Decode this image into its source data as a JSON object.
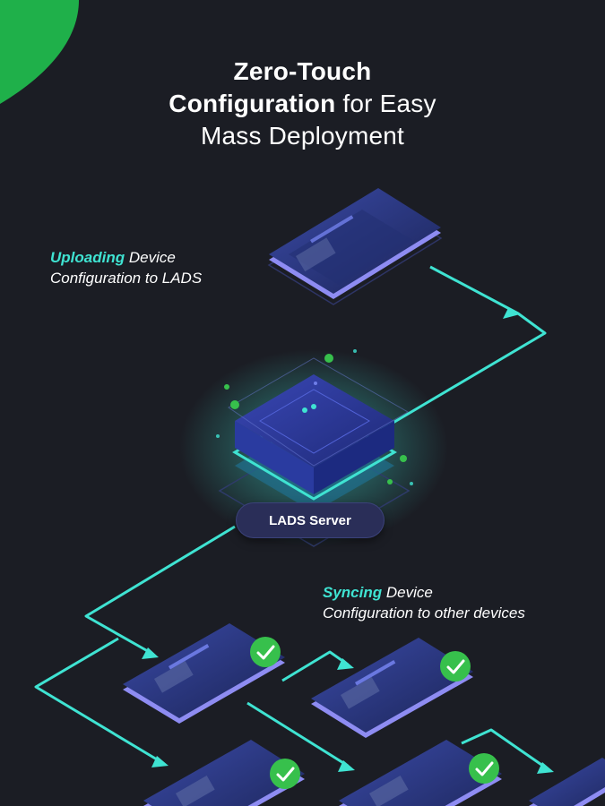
{
  "title": {
    "line1": "Zero-Touch",
    "line2_bold": "Configuration",
    "line2_rest": " for Easy",
    "line3": "Mass Deployment"
  },
  "upload_caption": {
    "accent": "Uploading",
    "rest1": " Device",
    "line2": "Configuration to LADS"
  },
  "server": {
    "label": "LADS Server"
  },
  "sync_caption": {
    "accent": "Syncing",
    "rest1": " Device",
    "line2": "Configuration to other devices"
  },
  "colors": {
    "background": "#1b1d24",
    "accent_teal": "#3fe3d2",
    "brand_green": "#1fb04a",
    "check_green": "#37c04c",
    "device_top": "#2b3a8a",
    "device_edge": "#8e8cf2"
  },
  "icons": {
    "check": "check-circle-icon",
    "device": "device-icon",
    "server": "server-icon"
  }
}
